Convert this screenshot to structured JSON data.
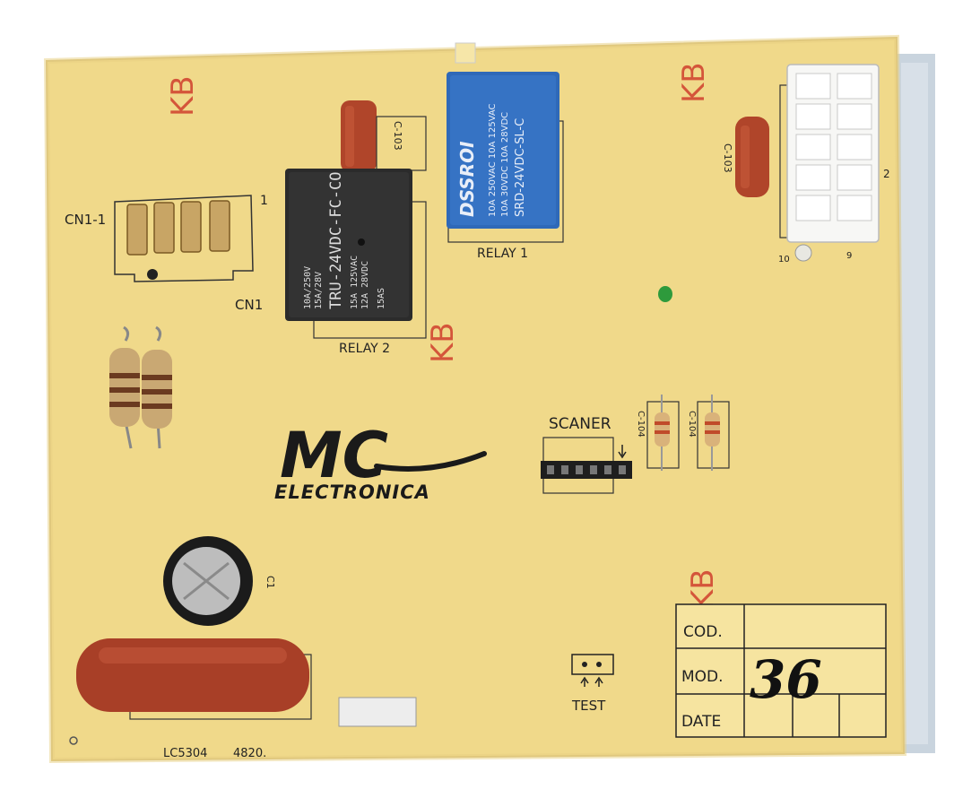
{
  "board": {
    "connector_label": "CN1-1",
    "connector_pin1": "1",
    "connector_name": "CN1",
    "relay1_label": "RELAY 1",
    "relay2_label": "RELAY 2",
    "scanner_label": "SCANER",
    "cap1_label": "C-103",
    "cap2_label": "C-103",
    "res1_label": "C-104",
    "res2_label": "C-104",
    "electrolytic_label": "C1",
    "connector_pin2": "2",
    "connector_pin10": "10",
    "connector_pin9": "9",
    "test_label": "TEST",
    "part_number": "LC5304",
    "batch_number": "4820.",
    "kb_mark": "KB"
  },
  "relay1": {
    "brand": "DSSROI",
    "spec1": "10A 250VAC  10A 125VAC",
    "spec2": "10A 30VDC  10A 28VDC",
    "model": "SRD-24VDC-SL-C"
  },
  "relay2": {
    "spec1": "10A/250V",
    "spec2": "15A/28V",
    "spec3": "15A 125VAC",
    "spec4": "12A 28VDC",
    "model": "TRU-24VDC-FC-CO",
    "rating": "15AS"
  },
  "logo": {
    "mark": "MC",
    "name": "ELECTRONICA"
  },
  "label_table": {
    "cod_label": "COD.",
    "cod_value": "",
    "mod_label": "MOD.",
    "mod_value": "36",
    "date_label": "DATE",
    "date_value": ""
  }
}
